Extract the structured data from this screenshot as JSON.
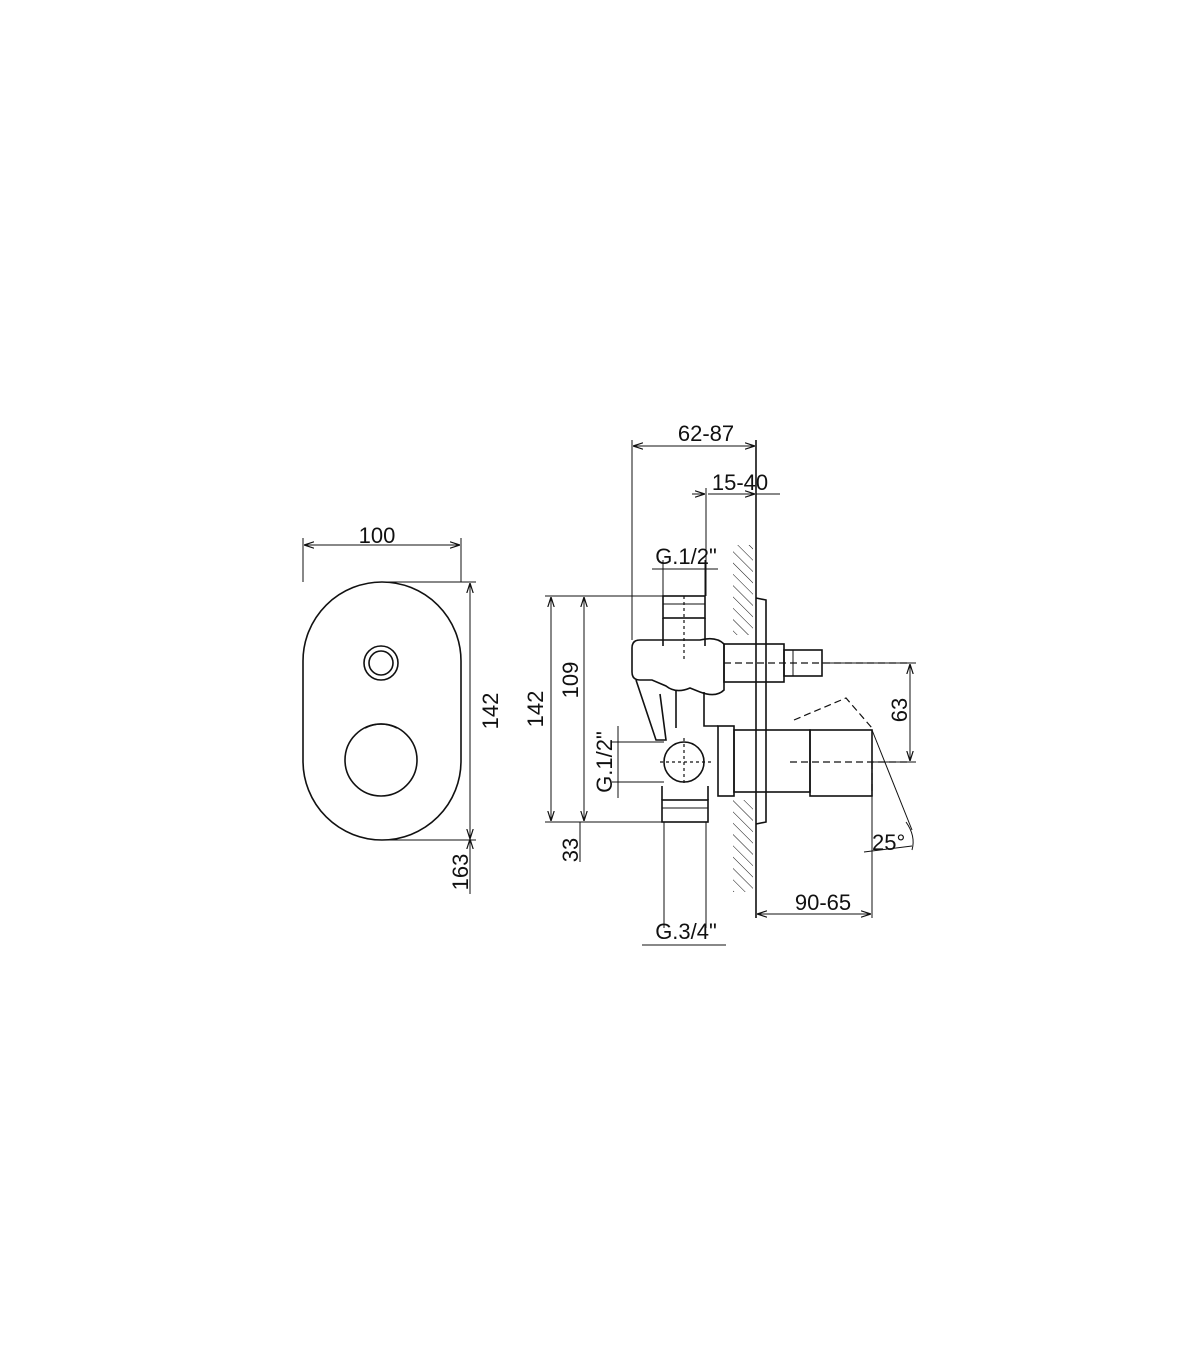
{
  "dimensions": {
    "plate_width": "100",
    "plate_height": "142",
    "plate_depth": "163",
    "body_depth": "62-87",
    "wall_range": "15-40",
    "inlet_top": "G.1/2\"",
    "inlet_side": "G.1/2\"",
    "outlet_bottom": "G.3/4\"",
    "body_height": "142",
    "body_height_upper": "109",
    "body_height_lower": "33",
    "spindle_spacing": "63",
    "handle_projection": "90-65",
    "handle_angle": "25°"
  }
}
